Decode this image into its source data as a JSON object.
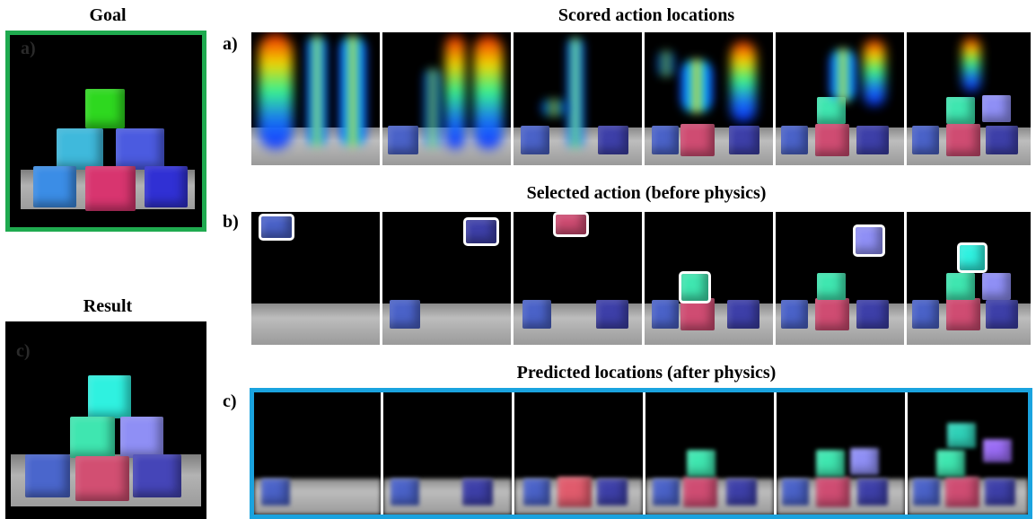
{
  "goal": {
    "title": "Goal",
    "ghost_label": "a)"
  },
  "result": {
    "title": "Result",
    "ghost_label": "c)"
  },
  "rows": [
    {
      "label": "a)",
      "title": "Scored action locations"
    },
    {
      "label": "b)",
      "title": "Selected action (before physics)"
    },
    {
      "label": "c)",
      "title": "Predicted locations (after physics)"
    }
  ],
  "colors": {
    "goal_border": "#1faa4f",
    "predicted_border": "#1aa3df",
    "separator": "#ffffff"
  }
}
